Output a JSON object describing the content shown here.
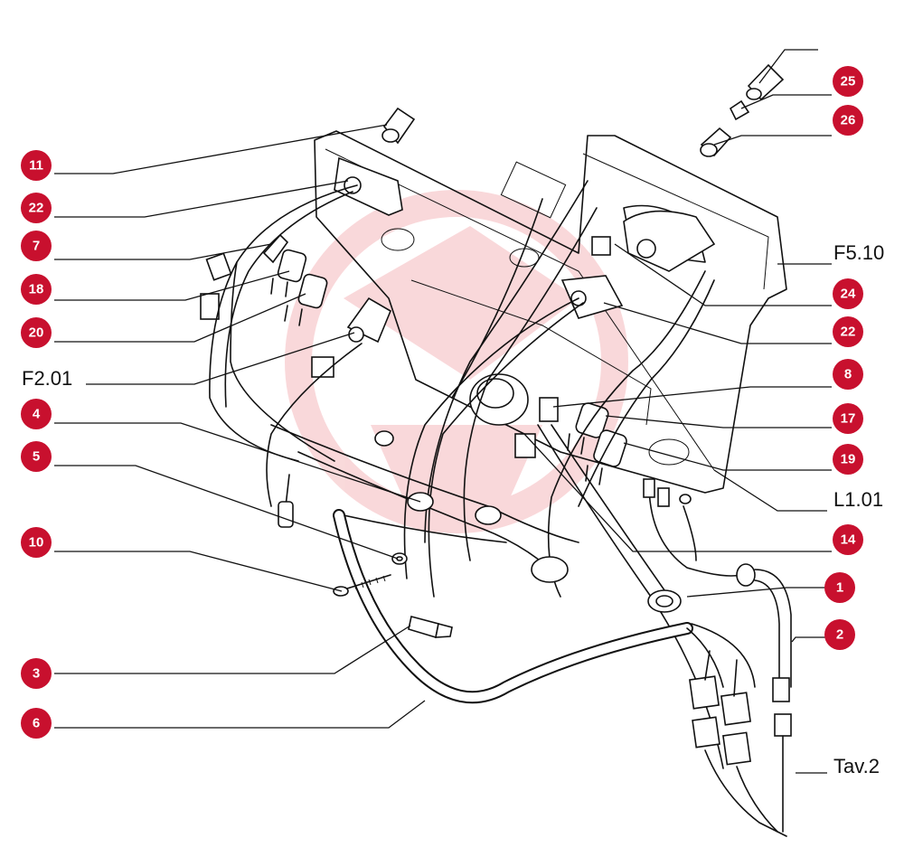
{
  "callouts": {
    "c11": "11",
    "c22a": "22",
    "c7": "7",
    "c18": "18",
    "c20": "20",
    "c4": "4",
    "c5": "5",
    "c10": "10",
    "c3": "3",
    "c6": "6",
    "c25": "25",
    "c26": "26",
    "c24": "24",
    "c22b": "22",
    "c8": "8",
    "c17": "17",
    "c19": "19",
    "c14": "14",
    "c1": "1",
    "c2": "2"
  },
  "refs": {
    "f201": "F2.01",
    "f510": "F5.10",
    "l101": "L1.01",
    "tav2": "Tav.2"
  },
  "colors": {
    "callout_fill": "#c8102e",
    "ink": "#111111",
    "watermark": "#e0303a"
  }
}
